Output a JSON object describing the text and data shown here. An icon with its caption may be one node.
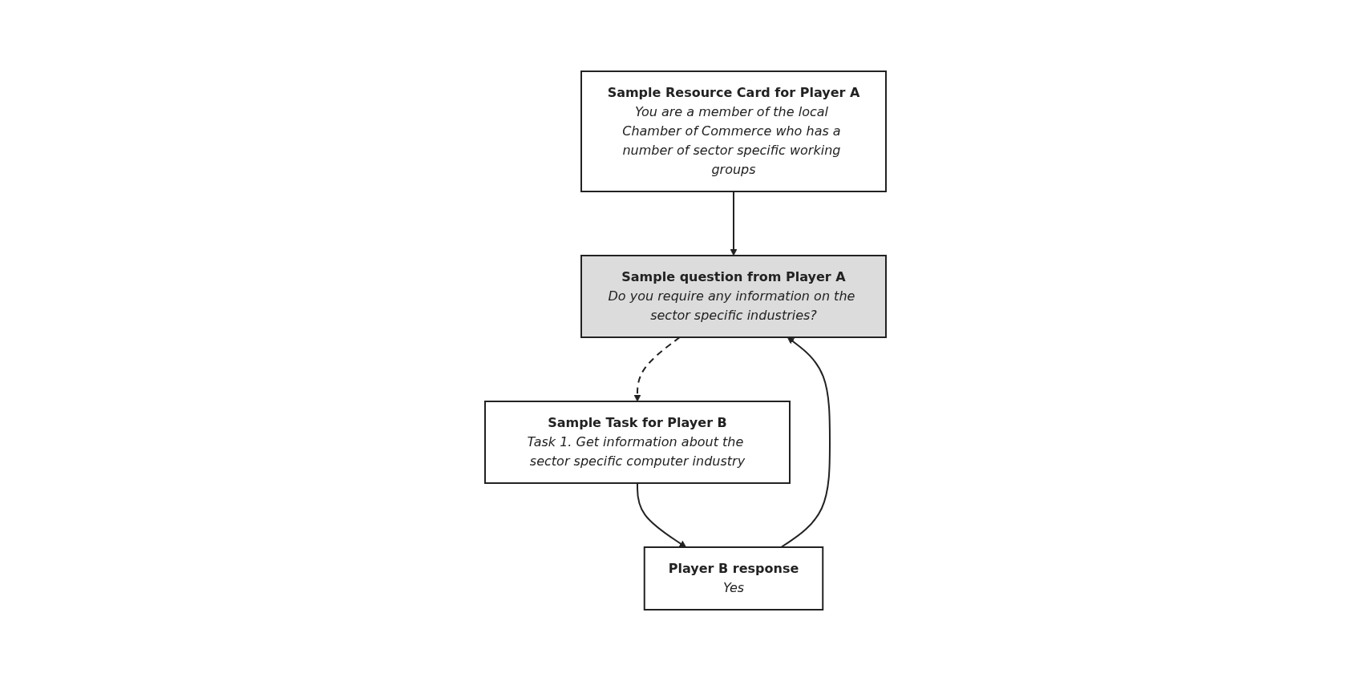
{
  "diagram": {
    "nodes": [
      {
        "text": [
          "Sample Resource Card for Player A",
          "You are a member of the local Chamber of Commerce who has a number of sector specific working groups"
        ]
      },
      {
        "text": [
          "Sample Task for Player B",
          "Task 1. Get information about the sector specific computer industry"
        ]
      },
      {
        "text": [
          "Sample question from Player A",
          "Do you require any information on the sector specific industries?"
        ]
      },
      {
        "text": [
          "Player B response",
          "Yes"
        ]
      }
    ],
    "edges": [
      {
        "from": 0,
        "to": 2,
        "arrow": "to"
      },
      {
        "from": 2,
        "to": 1,
        "arrow": "to",
        "style": "dashed"
      },
      {
        "from": 1,
        "to": 3,
        "arrow": "to"
      },
      {
        "from": 3,
        "to": 2,
        "arrow": "to"
      }
    ]
  }
}
